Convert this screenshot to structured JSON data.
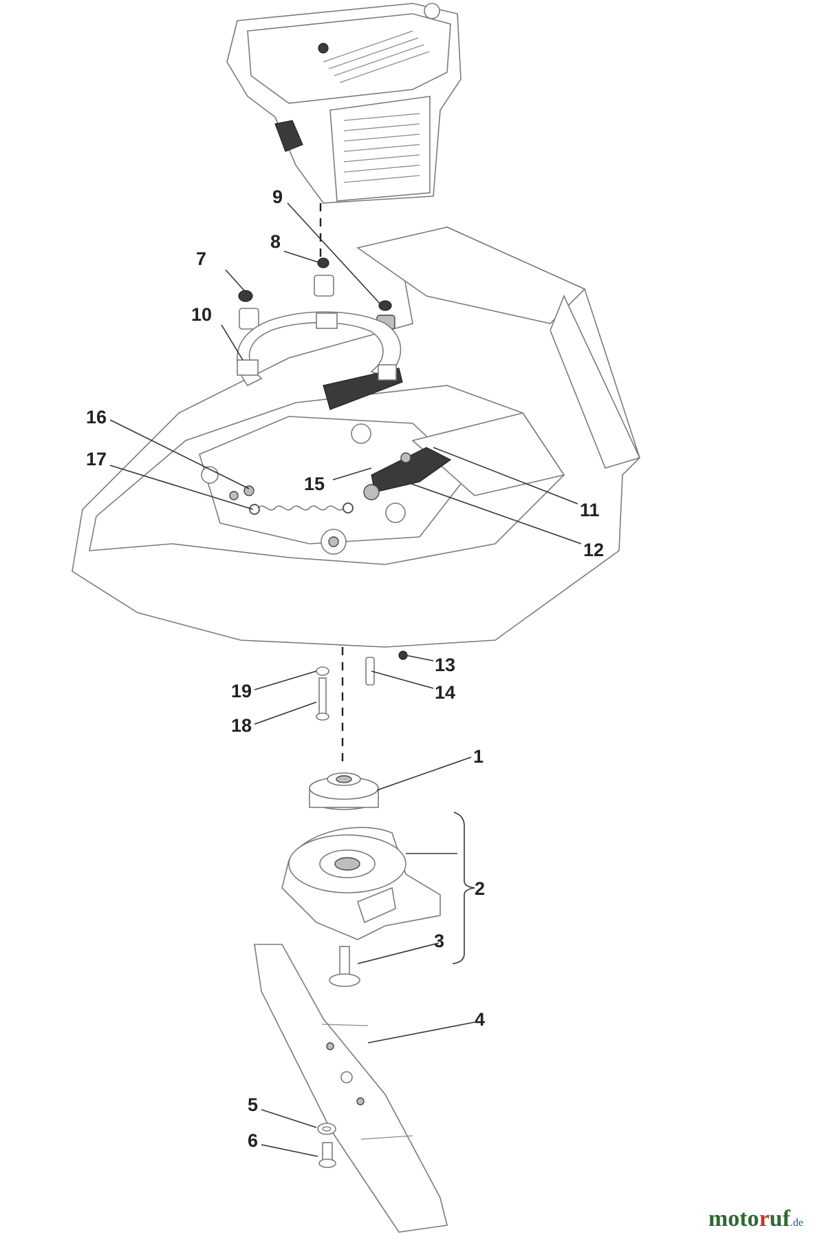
{
  "callouts": [
    {
      "id": "1",
      "label": "1"
    },
    {
      "id": "2",
      "label": "2"
    },
    {
      "id": "3",
      "label": "3"
    },
    {
      "id": "4",
      "label": "4"
    },
    {
      "id": "5",
      "label": "5"
    },
    {
      "id": "6",
      "label": "6"
    },
    {
      "id": "7",
      "label": "7"
    },
    {
      "id": "8",
      "label": "8"
    },
    {
      "id": "9",
      "label": "9"
    },
    {
      "id": "10",
      "label": "10"
    },
    {
      "id": "11",
      "label": "11"
    },
    {
      "id": "12",
      "label": "12"
    },
    {
      "id": "13",
      "label": "13"
    },
    {
      "id": "14",
      "label": "14"
    },
    {
      "id": "15",
      "label": "15"
    },
    {
      "id": "16",
      "label": "16"
    },
    {
      "id": "17",
      "label": "17"
    },
    {
      "id": "18",
      "label": "18"
    },
    {
      "id": "19",
      "label": "19"
    }
  ],
  "watermark": {
    "part1": "moto",
    "part2": "r",
    "part3": "uf",
    "part4": ".de"
  },
  "colors": {
    "line": "#7a7a7a",
    "ink": "#222222",
    "brand_green": "#2d6a30",
    "brand_red": "#c0392b"
  }
}
